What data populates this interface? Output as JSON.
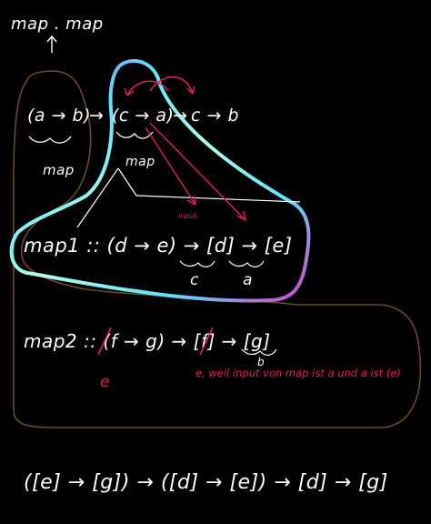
{
  "title_text": "map . map",
  "top_left_expr": "(a → b)",
  "top_left_arrow": "→",
  "top_mid_expr": "(c → a)",
  "top_right_arrow": "→",
  "top_right_expr": "c → b",
  "under_left_label": "map",
  "under_mid_label": "map",
  "red_small_label": "input",
  "map1_line": "map1 :: (d → e) → [d] → [e]",
  "map1_under_c": "c",
  "map1_under_a": "a",
  "map2_line": "map2 :: (f → g) → [f] → [g]",
  "map2_under_b": "b",
  "red_e_label": "e",
  "red_note": "e, weil input von map ist a und a ist (e)",
  "bottom_expr": "([e] → [g]) → ([d] → [e]) → [d] → [g]",
  "colors": {
    "background": "#000000",
    "ink": "#ffffff",
    "red_ink": "#e0205a",
    "brown_outline": "#6b4a24",
    "glow_cyan": "#5fe0ff",
    "glow_magenta": "#d040c0"
  }
}
